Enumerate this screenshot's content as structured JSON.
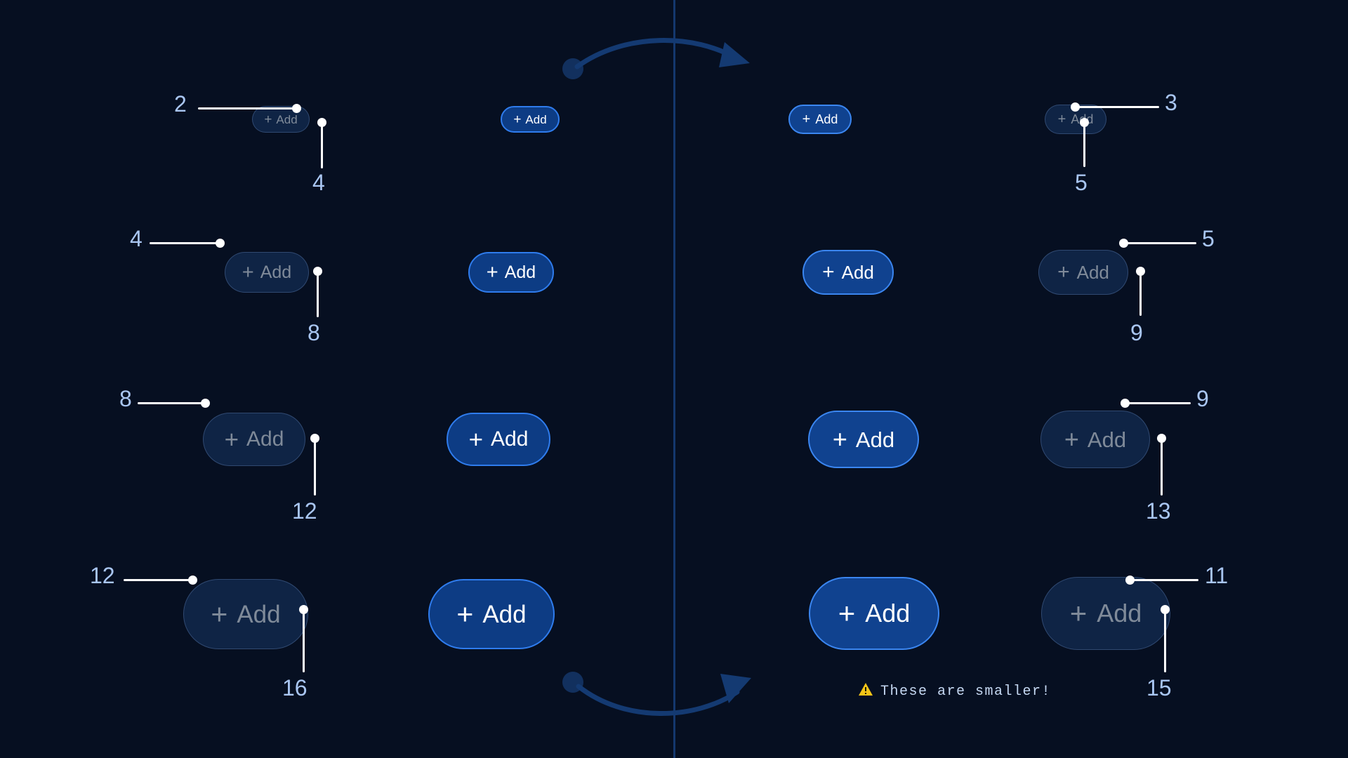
{
  "canvas": {
    "background": "#060f21",
    "divider_color": "#14386e"
  },
  "colors": {
    "accent_border": "#2f7ced",
    "accent_fill": "#0d3c84",
    "ghost_fill": "rgba(26,62,114,0.46)",
    "ghost_text": "#7f8a99",
    "annotation_number": "#a9c6f2",
    "leader_line": "#ffffff",
    "warning_icon": "#f5c518",
    "note_text": "#c5d8f2"
  },
  "button": {
    "plus_icon": "+",
    "label": "Add"
  },
  "grid": {
    "rows": [
      {
        "name": "size-xs",
        "buttons": [
          {
            "column": 1,
            "variant": "ghost",
            "size": "s1"
          },
          {
            "column": 2,
            "variant": "solid",
            "size": "s1"
          },
          {
            "column": 3,
            "variant": "solid",
            "size": "s1b"
          },
          {
            "column": 4,
            "variant": "ghost",
            "size": "s1b"
          }
        ],
        "annotations": {
          "left_top": "2",
          "left_bottom": "4",
          "right_top": "3",
          "right_bottom": "5"
        }
      },
      {
        "name": "size-sm",
        "buttons": [
          {
            "column": 1,
            "variant": "ghost",
            "size": "s2"
          },
          {
            "column": 2,
            "variant": "solid",
            "size": "s2"
          },
          {
            "column": 3,
            "variant": "solid",
            "size": "s2b"
          },
          {
            "column": 4,
            "variant": "ghost",
            "size": "s2b"
          }
        ],
        "annotations": {
          "left_top": "4",
          "left_bottom": "8",
          "right_top": "5",
          "right_bottom": "9"
        }
      },
      {
        "name": "size-md",
        "buttons": [
          {
            "column": 1,
            "variant": "ghost",
            "size": "s3"
          },
          {
            "column": 2,
            "variant": "solid",
            "size": "s3"
          },
          {
            "column": 3,
            "variant": "solid",
            "size": "s3b"
          },
          {
            "column": 4,
            "variant": "ghost",
            "size": "s3b"
          }
        ],
        "annotations": {
          "left_top": "8",
          "left_bottom": "12",
          "right_top": "9",
          "right_bottom": "13"
        }
      },
      {
        "name": "size-lg",
        "buttons": [
          {
            "column": 1,
            "variant": "ghost",
            "size": "s4"
          },
          {
            "column": 2,
            "variant": "solid",
            "size": "s4"
          },
          {
            "column": 3,
            "variant": "solid",
            "size": "s4b"
          },
          {
            "column": 4,
            "variant": "ghost",
            "size": "s4b"
          }
        ],
        "annotations": {
          "left_top": "12",
          "left_bottom": "16",
          "right_top": "11",
          "right_bottom": "15"
        }
      }
    ]
  },
  "note": {
    "icon": "warning-icon",
    "icon_glyph": "⚠",
    "text": "These are smaller!"
  },
  "arrows": {
    "top": {
      "name": "swap-arrow-top",
      "direction": "left-to-right"
    },
    "bottom": {
      "name": "swap-arrow-bottom",
      "direction": "left-to-right"
    }
  }
}
